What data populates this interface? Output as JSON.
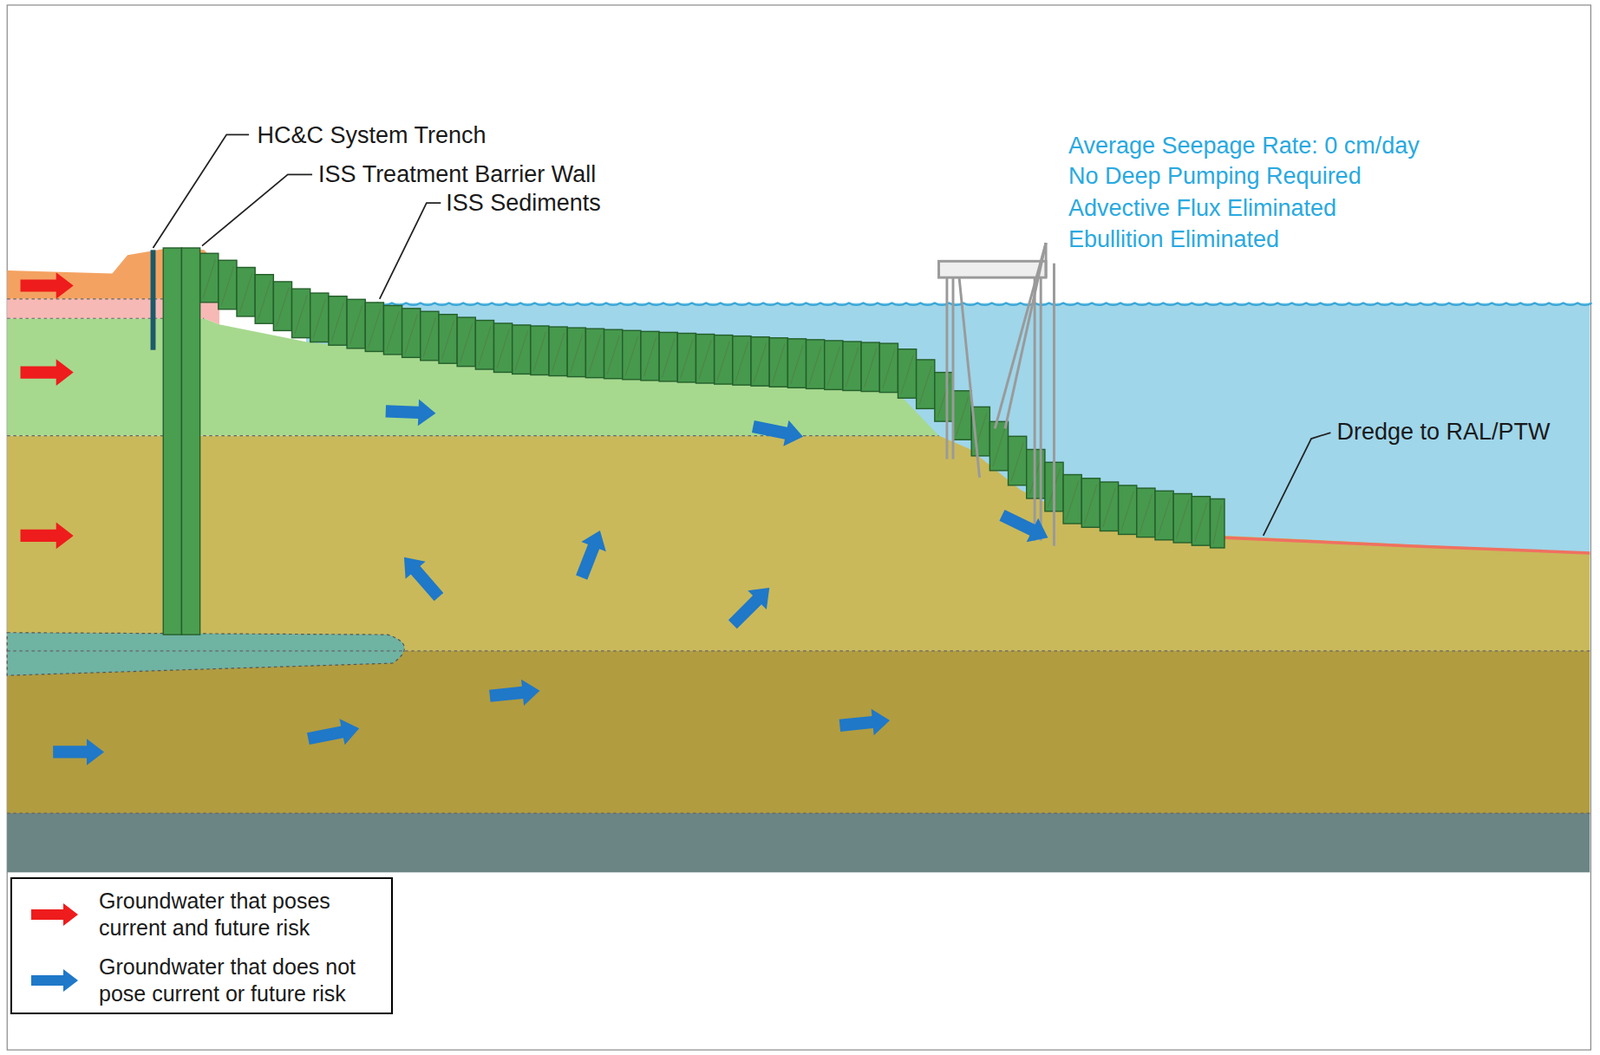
{
  "diagram": {
    "labels": [
      "HC&C System Trench",
      "ISS Treatment Barrier Wall",
      "ISS Sediments",
      "Average Seepage Rate: 0 cm/day",
      "No Deep Pumping Required",
      "Advective Flux Eliminated",
      "Ebullition Eliminated",
      "Dredge to RAL/PTW"
    ],
    "legend": [
      {
        "text": "Groundwater that poses current and future risk"
      },
      {
        "text": "Groundwater that does not pose current or future risk"
      }
    ]
  }
}
